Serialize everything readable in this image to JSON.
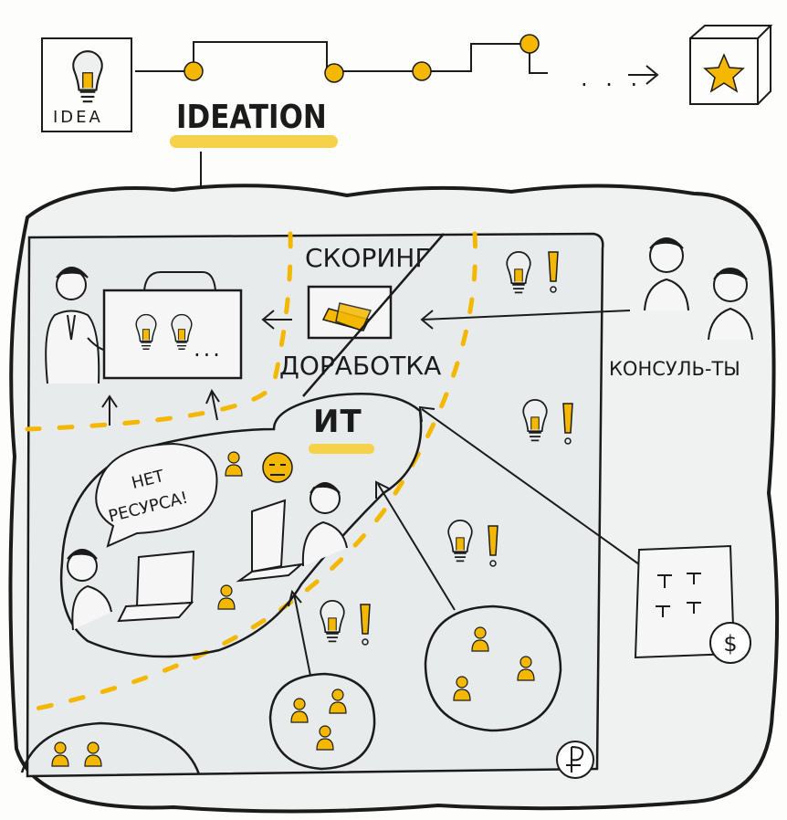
{
  "labels": {
    "idea": "IDEA",
    "ideation": "IDEATION",
    "scoring": "СКОРИНГ",
    "dorabotka": "ДОРАБОТКА",
    "it": "ИТ",
    "consultants": "КОНСУЛЬ-ТЫ",
    "no_resource_line1": "НЕТ",
    "no_resource_line2": "РЕСУРСА!",
    "more_ideas": "...",
    "timeline_more": ". . ."
  },
  "colors": {
    "accent": "#f5b800",
    "ink": "#1b1b1b",
    "board": "#e8ebec",
    "dash": "#f5b800"
  },
  "icons": {
    "idea_start": "lightbulb-icon",
    "goal": "star-box-icon",
    "scoring": "tools-icon",
    "ruble": "ruble-icon",
    "dollar": "dollar-icon"
  }
}
